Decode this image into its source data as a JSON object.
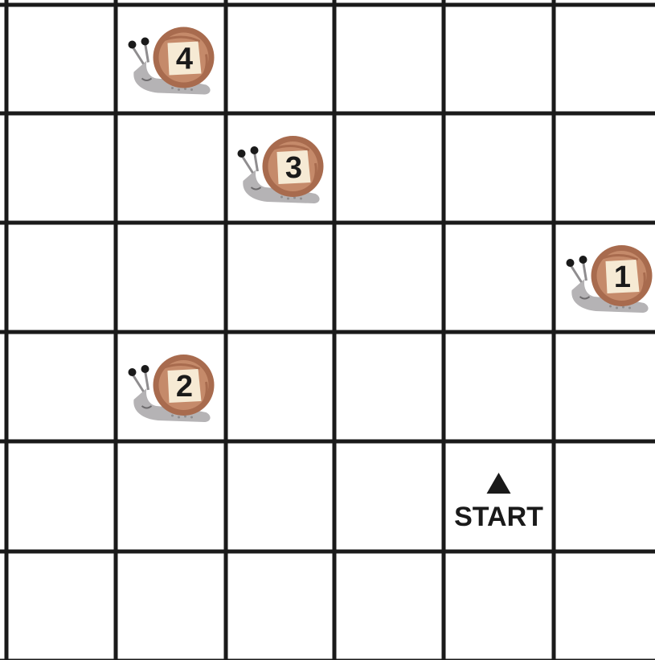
{
  "board": {
    "rows": 6,
    "cols": 6
  },
  "start": {
    "label": "START",
    "row": 4,
    "col": 4,
    "marker": "up-triangle-icon"
  },
  "snails": [
    {
      "number": "4",
      "row": 0,
      "col": 1
    },
    {
      "number": "3",
      "row": 1,
      "col": 2
    },
    {
      "number": "1",
      "row": 2,
      "col": 5
    },
    {
      "number": "2",
      "row": 3,
      "col": 1
    }
  ],
  "colors": {
    "grid_line": "#1a1a1a",
    "shell_outer": "#a86b4e",
    "shell_inner": "#c58a6a",
    "shell_label": "#f6ead4",
    "snail_body": "#b5b3b5",
    "text": "#1a1a1a"
  }
}
